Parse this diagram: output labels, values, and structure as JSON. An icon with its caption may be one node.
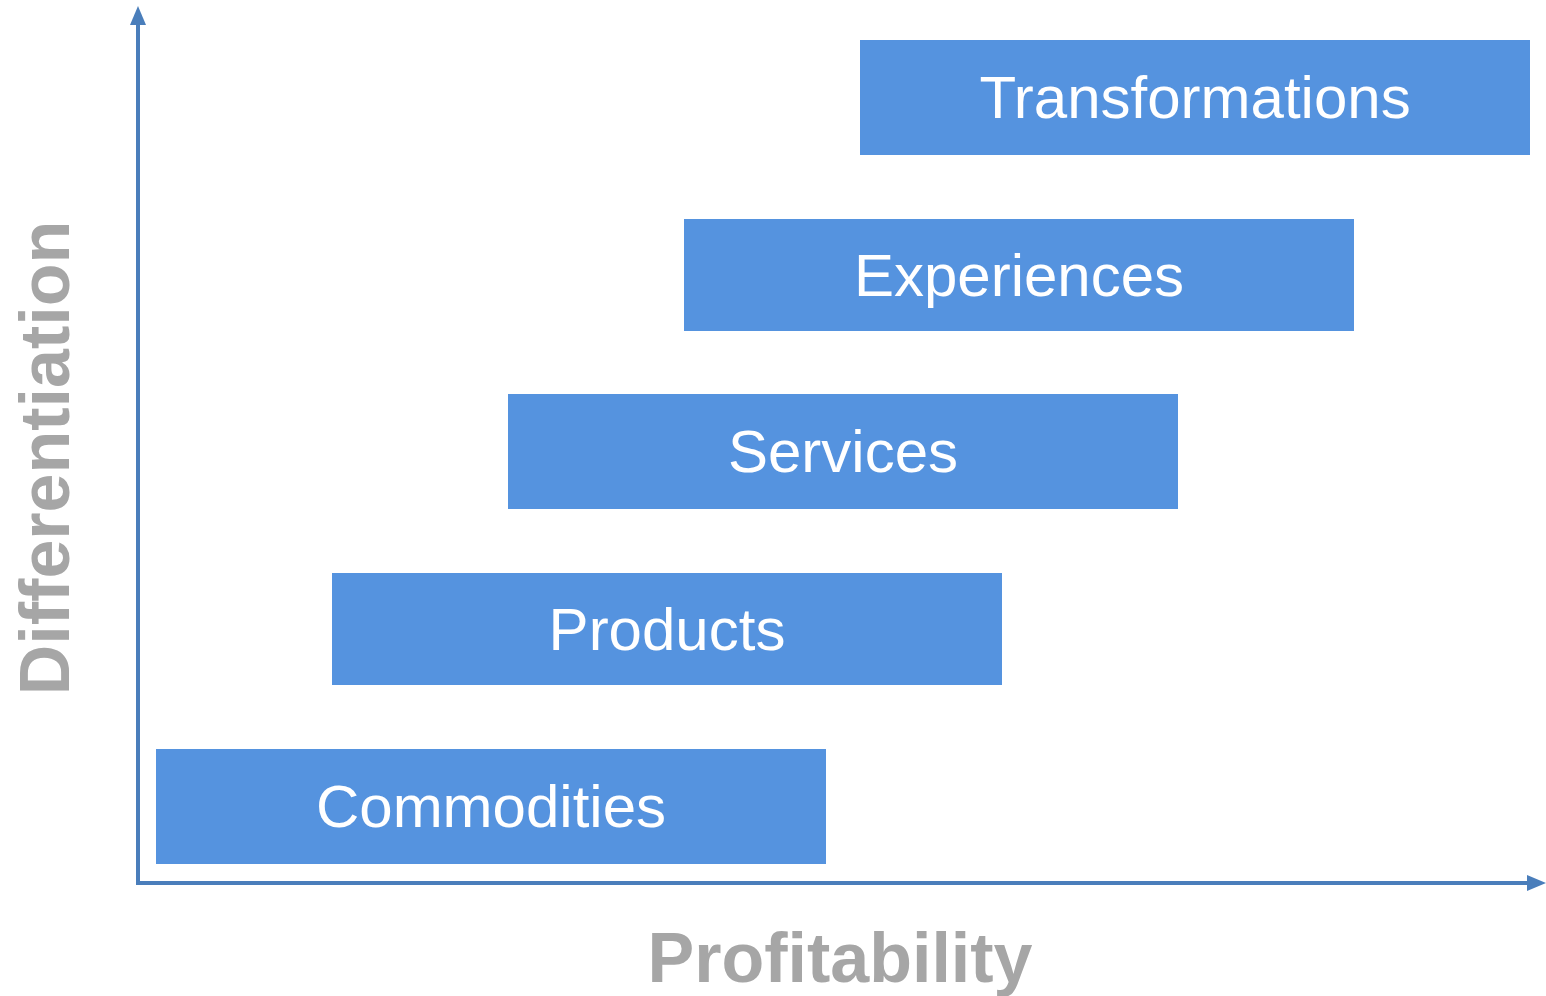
{
  "diagram": {
    "nodes": [
      {
        "text": [
          "Transformations"
        ]
      },
      {
        "text": [
          "Experiences"
        ]
      },
      {
        "text": [
          "Services"
        ]
      },
      {
        "text": [
          "Products"
        ]
      },
      {
        "text": [
          "Commodities"
        ]
      }
    ],
    "labels": [
      "Differentiation",
      "Profitability"
    ]
  }
}
